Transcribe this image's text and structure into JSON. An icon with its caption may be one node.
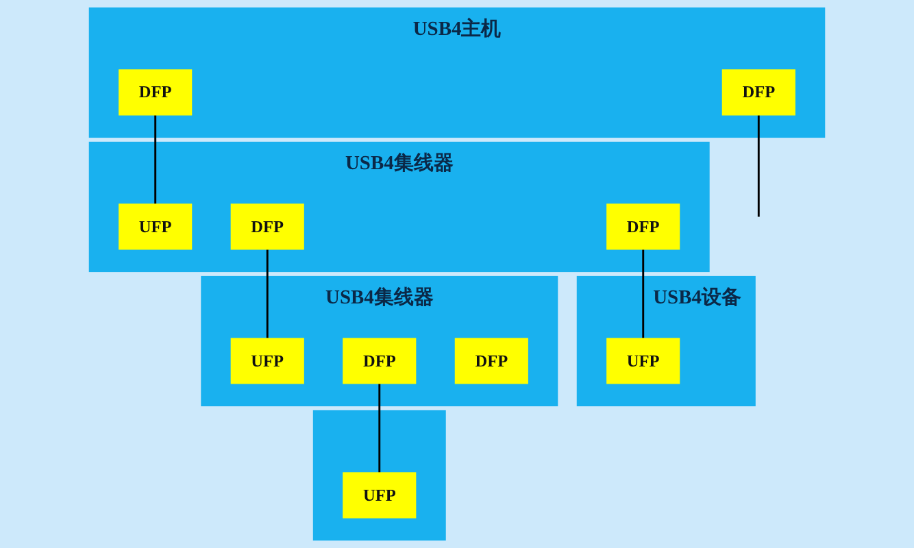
{
  "diagram": {
    "nodes": [
      {
        "text": [
          "USB4主机"
        ]
      },
      {
        "text": [
          "DFP"
        ],
        "in": 0
      },
      {
        "text": [
          "DFP"
        ],
        "in": 0
      },
      {
        "text": [
          "USB4集线器"
        ]
      },
      {
        "text": [
          "UFP"
        ],
        "in": 3
      },
      {
        "text": [
          "DFP"
        ],
        "in": 3
      },
      {
        "text": [
          "DFP"
        ],
        "in": 3
      },
      {
        "text": [
          "USB4设备"
        ]
      },
      {
        "text": [
          "UFP"
        ],
        "in": 7
      },
      {
        "text": [
          "USB4集线器"
        ]
      },
      {
        "text": [
          "UFP"
        ],
        "in": 9
      },
      {
        "text": [
          "DFP"
        ],
        "in": 9
      },
      {
        "text": [
          "DFP"
        ],
        "in": 9
      },
      {
        "text": [],
        "shape": "box"
      },
      {
        "text": [
          "UFP"
        ],
        "in": 13
      }
    ],
    "edges": [
      {
        "from": 1,
        "to": 4,
        "arrow": "none"
      },
      {
        "from": 2,
        "to": null,
        "arrow": "none"
      },
      {
        "from": 5,
        "to": 8,
        "arrow": "none"
      },
      {
        "from": 6,
        "to": 10,
        "arrow": "none"
      },
      {
        "from": 11,
        "to": 14,
        "arrow": "none"
      }
    ]
  }
}
